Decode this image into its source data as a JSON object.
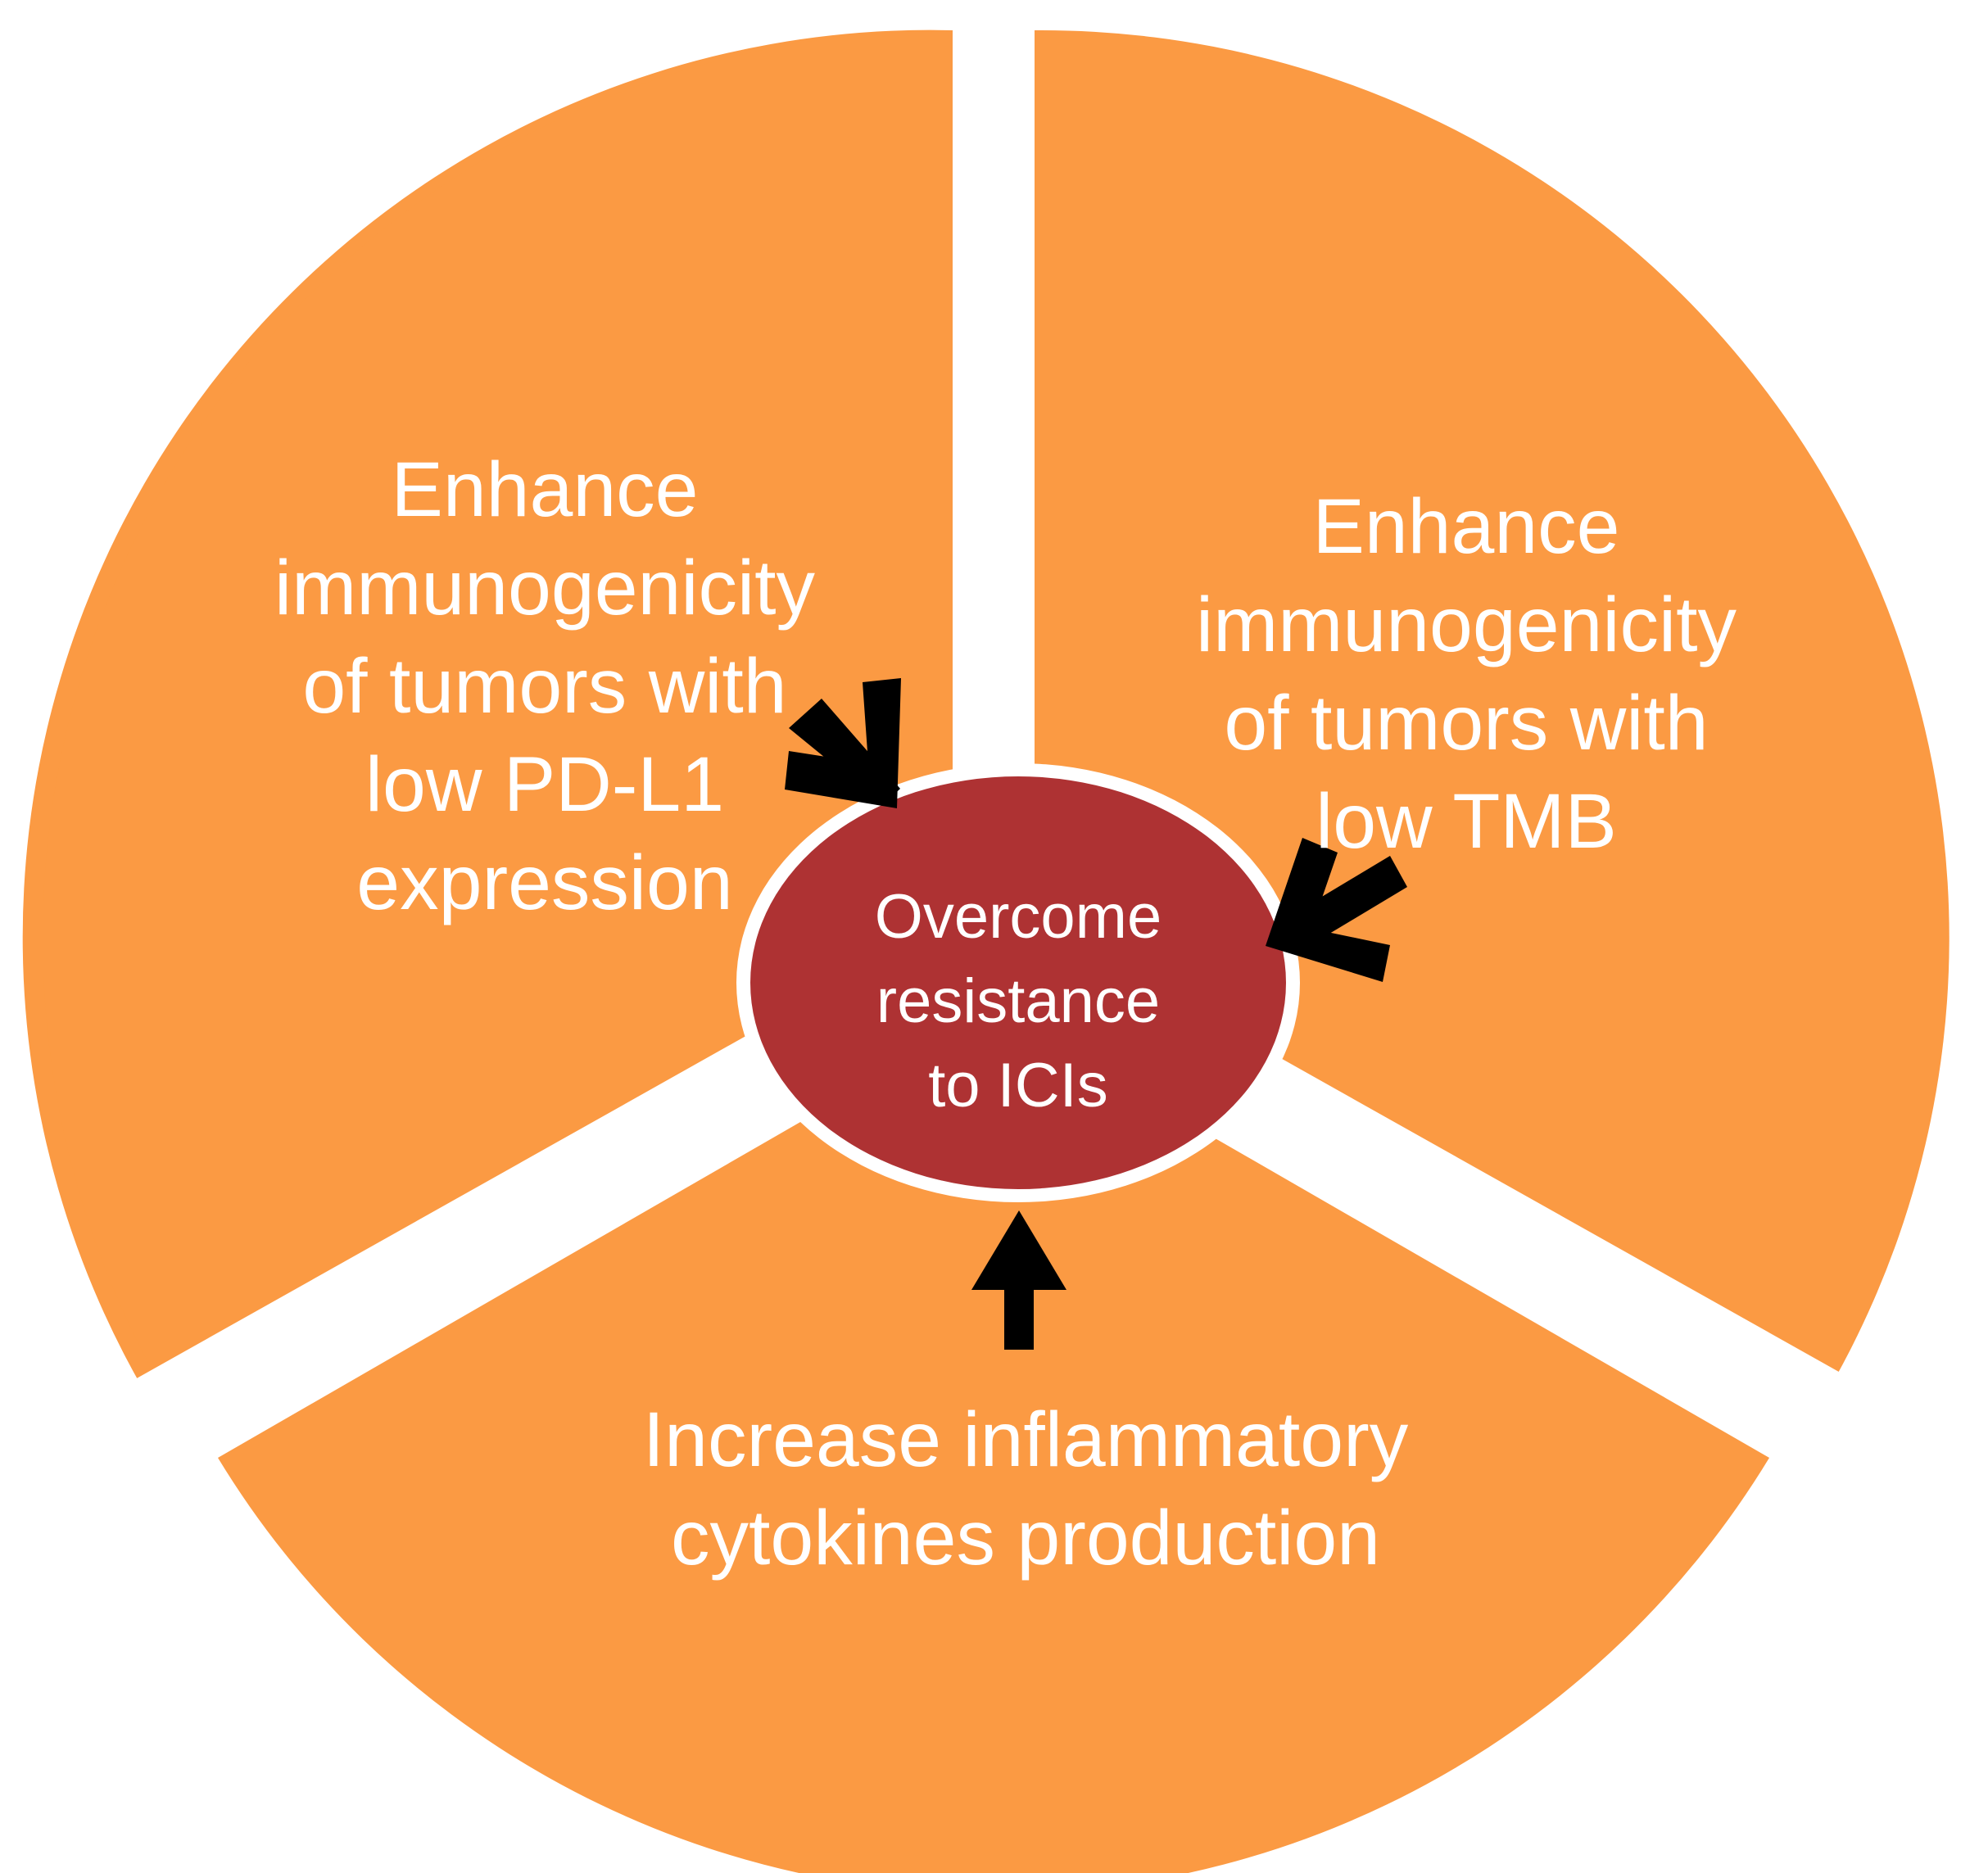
{
  "diagram": {
    "type": "radial-hub-and-spoke-pie",
    "background_color": "#ffffff",
    "segment_color": "#fb9a43",
    "hub_color": "#ae3233",
    "hub_ring_color": "#ffffff",
    "text_color": "#ffffff",
    "arrow_color": "#000000",
    "hub": {
      "label_lines": [
        "Overcome",
        "resistance",
        "to ICIs"
      ],
      "full_label": "Overcome resistance to ICIs"
    },
    "segments": [
      {
        "id": "left",
        "position": "upper-left",
        "label_lines": [
          "Enhance",
          "immunogenicity",
          "of tumors with",
          "low PD-L1",
          "expression"
        ],
        "full_label": "Enhance immunogenicity of tumors with low PD-L1 expression",
        "arrow": "arrow-down-right-icon"
      },
      {
        "id": "right",
        "position": "upper-right",
        "label_lines": [
          "Enhance",
          "immunogenicity",
          "of tumors with",
          "low TMB"
        ],
        "full_label": "Enhance immunogenicity of tumors with low TMB",
        "arrow": "arrow-down-left-icon"
      },
      {
        "id": "bottom",
        "position": "bottom",
        "label_lines": [
          "Increase inflammatory",
          "cytokines production"
        ],
        "full_label": "Increase inflammatory cytokines production",
        "arrow": "arrow-up-icon"
      }
    ]
  }
}
